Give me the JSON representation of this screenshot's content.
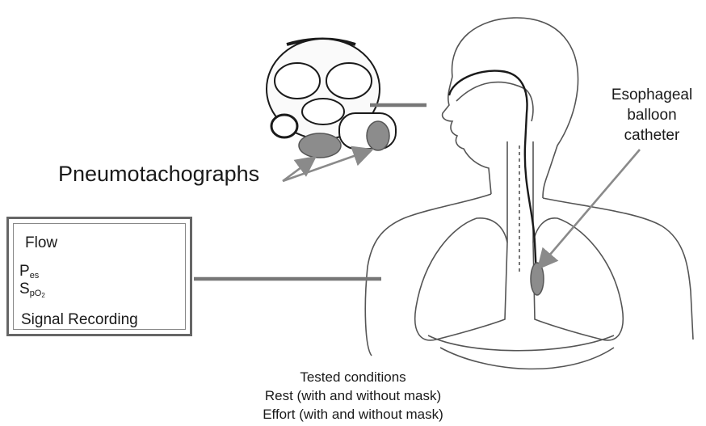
{
  "labels": {
    "pneumotachographs": "Pneumotachographs",
    "esophageal": [
      "Esophageal",
      "balloon",
      "catheter"
    ],
    "signal_box": {
      "flow": "Flow",
      "pes_main": "P",
      "pes_sub": "es",
      "spo2_main": "S",
      "spo2_sub": "pO",
      "spo2_subsub": "2",
      "title": "Signal Recording"
    }
  },
  "tested_conditions": {
    "heading": "Tested conditions",
    "items": [
      "Rest (with and without mask)",
      "Effort (with and without mask)"
    ]
  },
  "colors": {
    "line": "#333333",
    "connector": "#777777",
    "arrow": "#8a8a8a",
    "filter": "#8c8c8c"
  }
}
